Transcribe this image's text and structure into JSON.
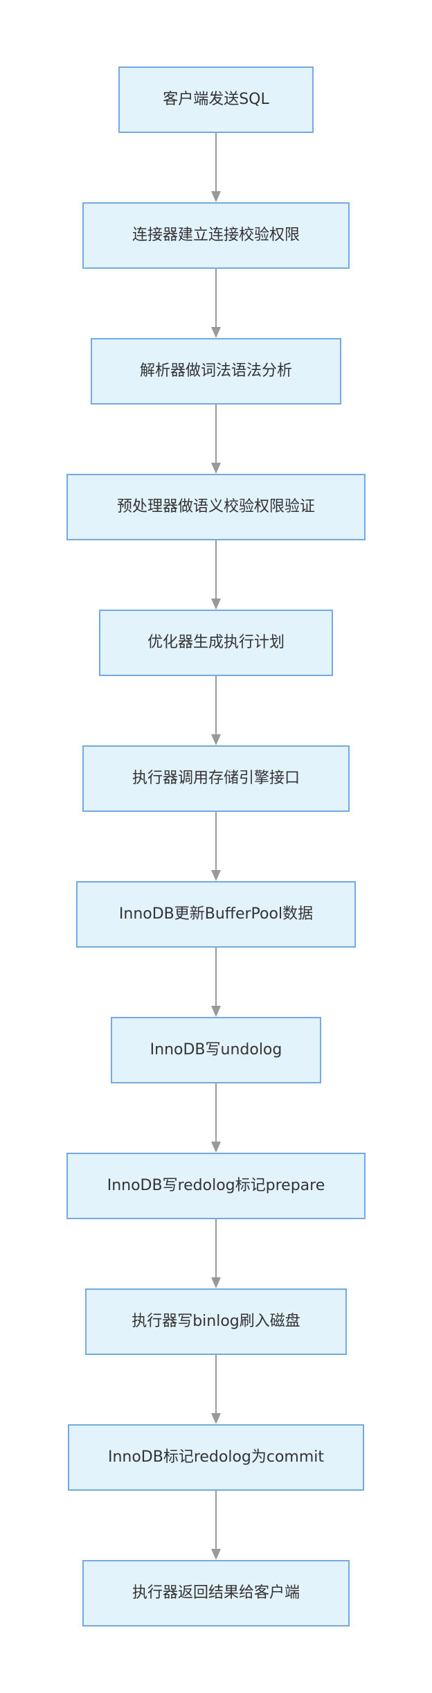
{
  "colors": {
    "node_fill": "#e3f3fb",
    "node_border": "#75a9e4",
    "text": "#333333",
    "edge": "#999999",
    "arrowhead": "#999999"
  },
  "flow": {
    "steps": [
      {
        "label": "客户端发送SQL"
      },
      {
        "label": "连接器建立连接校验权限"
      },
      {
        "label": "解析器做词法语法分析"
      },
      {
        "label": "预处理器做语义校验权限验证"
      },
      {
        "label": "优化器生成执行计划"
      },
      {
        "label": "执行器调用存储引擎接口"
      },
      {
        "label": "InnoDB更新BufferPool数据"
      },
      {
        "label": "InnoDB写undolog"
      },
      {
        "label": "InnoDB写redolog标记prepare"
      },
      {
        "label": "执行器写binlog刷入磁盘"
      },
      {
        "label": "InnoDB标记redolog为commit"
      },
      {
        "label": "执行器返回结果给客户端"
      }
    ]
  }
}
